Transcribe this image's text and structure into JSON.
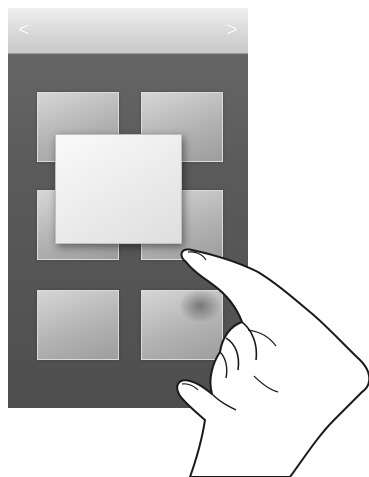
{
  "navigation": {
    "prev_icon": "<",
    "next_icon": ">"
  },
  "tiles": [
    {
      "id": "tile-1"
    },
    {
      "id": "tile-2"
    },
    {
      "id": "tile-3"
    },
    {
      "id": "tile-4"
    },
    {
      "id": "tile-5"
    },
    {
      "id": "tile-6"
    }
  ],
  "illustration": {
    "gesture": "hand-drag-icon"
  }
}
